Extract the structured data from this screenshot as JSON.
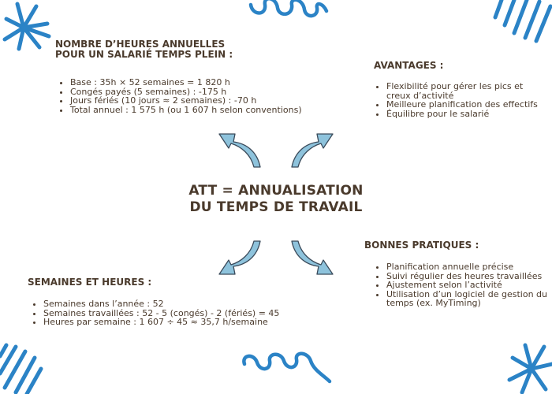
{
  "title": {
    "line1": "ATT = ANNUALISATION",
    "line2": "DU TEMPS DE TRAVAIL"
  },
  "heures": {
    "heading_line1": "NOMBRE D’HEURES ANNUELLES",
    "heading_line2": "POUR UN SALARIÉ TEMPS PLEIN :",
    "items": [
      "Base : 35h × 52 semaines = 1 820 h",
      "Congés payés (5 semaines) : -175 h",
      "Jours fériés (10 jours ≈ 2 semaines) : -70 h",
      "Total annuel : 1 575 h (ou 1 607 h selon conventions)"
    ]
  },
  "avantages": {
    "heading": "AVANTAGES :",
    "items": [
      "Flexibilité pour gérer les pics et creux d’activité",
      "Meilleure planification des effectifs",
      "Équilibre pour le salarié"
    ]
  },
  "semaines": {
    "heading": "SEMAINES ET HEURES :",
    "items": [
      "Semaines dans l’année : 52",
      "Semaines travaillées : 52 - 5 (congés) - 2 (fériés) = 45",
      "Heures par semaine : 1 607 ÷ 45 ≈ 35,7 h/semaine"
    ]
  },
  "bonnes_pratiques": {
    "heading": "BONNES PRATIQUES :",
    "items": [
      "Planification annuelle précise",
      "Suivi régulier des heures travaillées",
      "Ajustement selon l’activité",
      "Utilisation d’un logiciel de gestion du temps (ex. MyTiming)"
    ]
  },
  "colors": {
    "text": "#4a3a2c",
    "accent_blue": "#2b83c6",
    "arrow_fill": "#8ec3dc",
    "arrow_stroke": "#3a4a5a"
  },
  "decorations": [
    "starburst-top-left",
    "squiggle-top",
    "diagonal-lines-top-right",
    "diagonal-lines-bottom-left",
    "squiggle-bottom",
    "starburst-bottom-right"
  ]
}
